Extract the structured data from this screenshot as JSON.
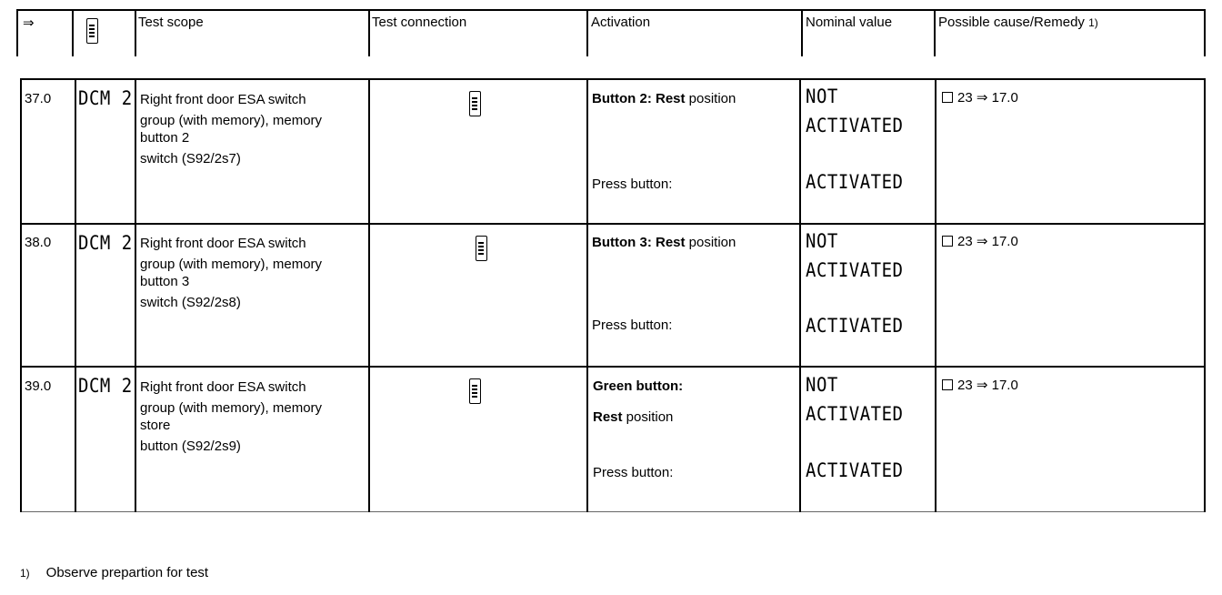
{
  "header": {
    "arrow": "⇒",
    "col_scope": "Test scope",
    "col_connection": "Test connection",
    "col_activation": "Activation",
    "col_nominal": "Nominal value",
    "col_cause": "Possible cause/Remedy",
    "col_cause_sup": "1)"
  },
  "rows": [
    {
      "step": "37.0",
      "module": "DCM 2",
      "scope": [
        "Right front door ESA switch",
        "group (with memory), memory",
        "button 2",
        "switch (S92/2s7)"
      ],
      "act1_bold": "Button 2: Rest",
      "act1_rest": " position",
      "act2": "Press button:",
      "nom1a": "NOT",
      "nom1b": "ACTIVATED",
      "nom2": "ACTIVATED",
      "cause_num": "23",
      "cause_arrow": "⇒",
      "cause_target": "17.0"
    },
    {
      "step": "38.0",
      "module": "DCM 2",
      "scope": [
        "Right front door ESA switch",
        "group (with memory), memory",
        "button 3",
        "switch (S92/2s8)"
      ],
      "act1_bold": "Button 3: Rest",
      "act1_rest": " position",
      "act2": "Press button:",
      "nom1a": "NOT",
      "nom1b": "ACTIVATED",
      "nom2": "ACTIVATED",
      "cause_num": "23",
      "cause_arrow": "⇒",
      "cause_target": "17.0"
    },
    {
      "step": "39.0",
      "module": "DCM 2",
      "scope": [
        "Right front door ESA switch",
        "group (with memory), memory",
        "store",
        "button (S92/2s9)"
      ],
      "act1_bold": "Green button:",
      "act1b_bold": "Rest",
      "act1b_rest": " position",
      "act2": "Press button:",
      "nom1a": "NOT",
      "nom1b": "ACTIVATED",
      "nom2": "ACTIVATED",
      "cause_num": "23",
      "cause_arrow": "⇒",
      "cause_target": "17.0"
    }
  ],
  "footnote": {
    "mark": "1)",
    "text": "Observe prepartion for test"
  }
}
